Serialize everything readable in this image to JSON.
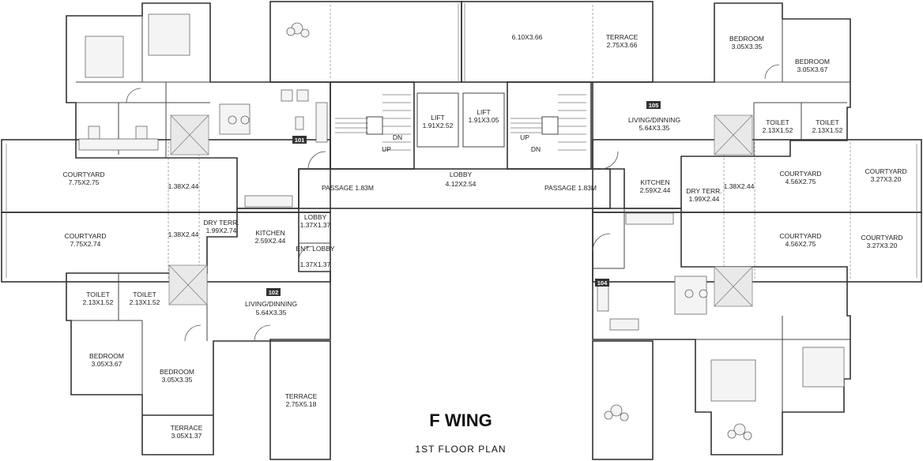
{
  "title": "F WING",
  "subtitle": "1ST FLOOR PLAN",
  "flats": [
    "101",
    "102",
    "104",
    "105"
  ],
  "rooms": [
    {
      "name": "6.10X3.66"
    },
    {
      "name": "TERRACE",
      "size": "2.75X3.66"
    },
    {
      "name": "BEDROOM",
      "size": "3.05X3.35"
    },
    {
      "name": "BEDROOM",
      "size": "3.05X3.67"
    },
    {
      "name": "LIFT",
      "size": "1.91X2.52"
    },
    {
      "name": "LIFT",
      "size": "1.91X3.05"
    },
    {
      "name": "LIVING/DINNING",
      "size": "5.64X3.35"
    },
    {
      "name": "TOILET",
      "size": "2.13X1.52"
    },
    {
      "name": "TOILET",
      "size": "2.13X1.52"
    },
    {
      "name": "COURTYARD",
      "size": "7.75X2.75"
    },
    {
      "name": "COURTYARD",
      "size": "4.56X2.75"
    },
    {
      "name": "COURTYARD",
      "size": "3.27X3.20"
    },
    {
      "name": "PASSAGE 1.83M"
    },
    {
      "name": "LOBBY",
      "size": "4.12X2.54"
    },
    {
      "name": "PASSAGE 1.83M"
    },
    {
      "name": "KITCHEN",
      "size": "2.59X2.44"
    },
    {
      "name": "DRY TERR.",
      "size": "1.99X2.44"
    },
    {
      "name": "LOBBY",
      "size": "1.37X1.37"
    },
    {
      "name": "COURTYARD",
      "size": "7.75X2.74"
    },
    {
      "name": "DRY TERR.",
      "size": "1.99X2.74"
    },
    {
      "name": "KITCHEN",
      "size": "2.59X2.44"
    },
    {
      "name": "ENT. LOBBY",
      "size": "1.37X1.37"
    },
    {
      "name": "COURTYARD",
      "size": "4.56X2.75"
    },
    {
      "name": "COURTYARD",
      "size": "3.27X3.20"
    },
    {
      "name": "TOILET",
      "size": "2.13X1.52"
    },
    {
      "name": "TOILET",
      "size": "2.13X1.52"
    },
    {
      "name": "LIVING/DINNING",
      "size": "5.64X3.35"
    },
    {
      "name": "BEDROOM",
      "size": "3.05X3.67"
    },
    {
      "name": "BEDROOM",
      "size": "3.05X3.35"
    },
    {
      "name": "TERRACE",
      "size": "2.75X5.18"
    },
    {
      "name": "TERRACE",
      "size": "3.05X1.37"
    }
  ],
  "dims": [
    "1.38X2.44",
    "1.38X2.44",
    "1.38X2.44"
  ],
  "stairs": [
    "DN",
    "UP",
    "UP",
    "DN"
  ]
}
